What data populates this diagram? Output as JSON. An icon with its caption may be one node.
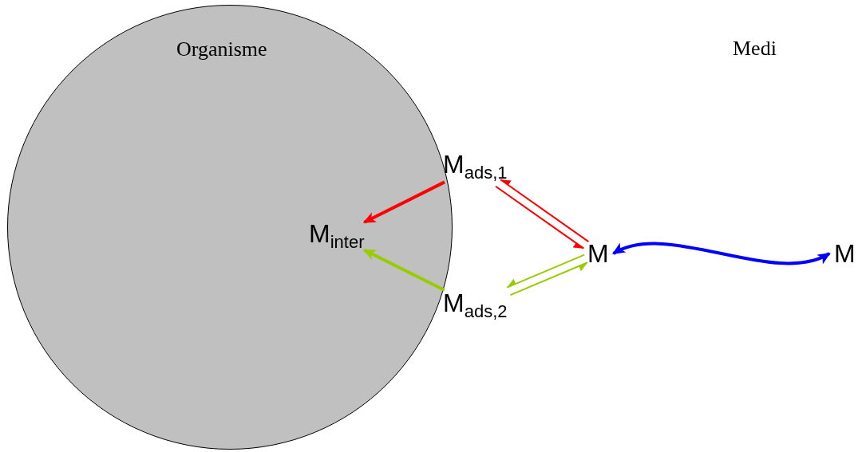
{
  "diagram": {
    "nodes": [
      {
        "text": [
          "Organisme"
        ]
      },
      {
        "text": [
          "M$_{inter}$"
        ],
        "in": 0
      },
      {
        "text": [
          "M$_{ads,1}$"
        ]
      },
      {
        "text": [
          "M$_{ads,2}$"
        ]
      },
      {
        "text": [
          "M"
        ]
      },
      {
        "text": [
          "M"
        ]
      }
    ],
    "edges": [
      {
        "from": 2,
        "to": 1,
        "arrow": "to",
        "style": "thick",
        "color": "#ff0000"
      },
      {
        "from": 3,
        "to": 1,
        "arrow": "to",
        "style": "thick",
        "color": "#99cc00"
      },
      {
        "from": 4,
        "to": 2,
        "arrow": "to",
        "color": "#ff0000"
      },
      {
        "from": 2,
        "to": 4,
        "arrow": "to",
        "color": "#ff0000"
      },
      {
        "from": 3,
        "to": 4,
        "arrow": "to",
        "color": "#99cc00"
      },
      {
        "from": 4,
        "to": 3,
        "arrow": "to",
        "color": "#99cc00"
      },
      {
        "from": 4,
        "to": 5,
        "arrow": "both",
        "style": "thick",
        "color": "#0000ff"
      }
    ],
    "labels": [
      "Medi"
    ]
  }
}
